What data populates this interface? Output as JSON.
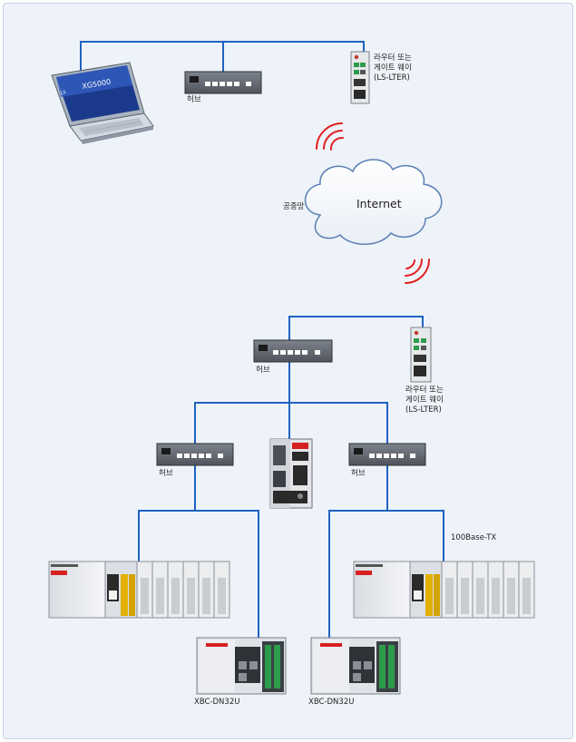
{
  "labels": {
    "router_top": [
      "라우터 또는",
      "게이트 웨이",
      "(LS-LTER)"
    ],
    "router_bottom": [
      "라우터 또는",
      "게이트 웨이",
      "(LS-LTER)"
    ],
    "hub": "허브",
    "public_net": "공중망",
    "cloud": "Internet",
    "laptop_screen": "XG5000",
    "network_spec": "100Base-TX",
    "module_left": "XBC-DN32U",
    "module_right": "XBC-DN32U"
  },
  "colors": {
    "wire": "#1f62c0",
    "wireless": "#e02020",
    "background": "#eef3f9",
    "device_accent": "#d62020"
  }
}
